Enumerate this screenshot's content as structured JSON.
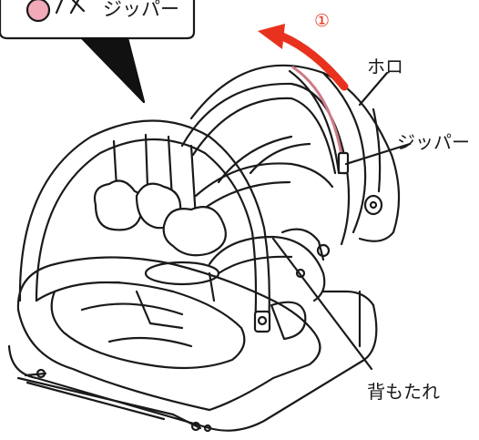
{
  "labels": {
    "canopy": "ホロ",
    "zipper": "ジッパー",
    "backrest": "背もたれ",
    "bubble_zipper": "ジッパー",
    "step_number": "①"
  },
  "colors": {
    "arrow": "#e8321e",
    "zipper_line": "#d07a86",
    "toggle_pink": "#f2a9b8",
    "line": "#1a1a1a"
  },
  "icons": {
    "step_arrow": "curved-arrow-icon",
    "toggle": "toggle-circle-icon"
  }
}
